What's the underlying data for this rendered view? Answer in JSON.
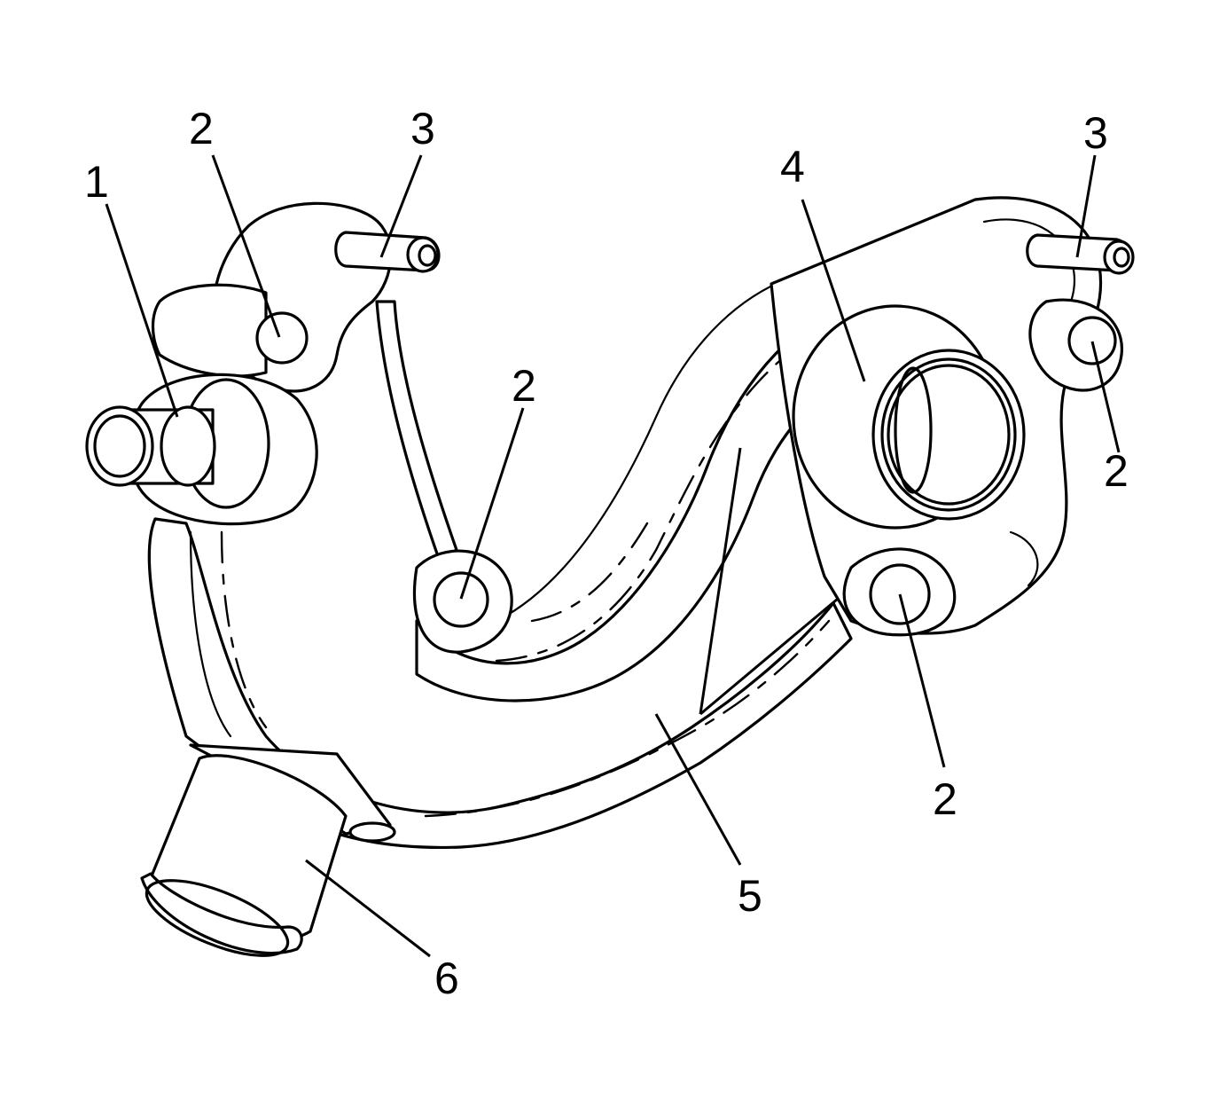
{
  "callouts": {
    "c1": "1",
    "c2a": "2",
    "c3a": "3",
    "c2b": "2",
    "c4": "4",
    "c3b": "3",
    "c2c": "2",
    "c2d": "2",
    "c5": "5",
    "c6": "6"
  }
}
